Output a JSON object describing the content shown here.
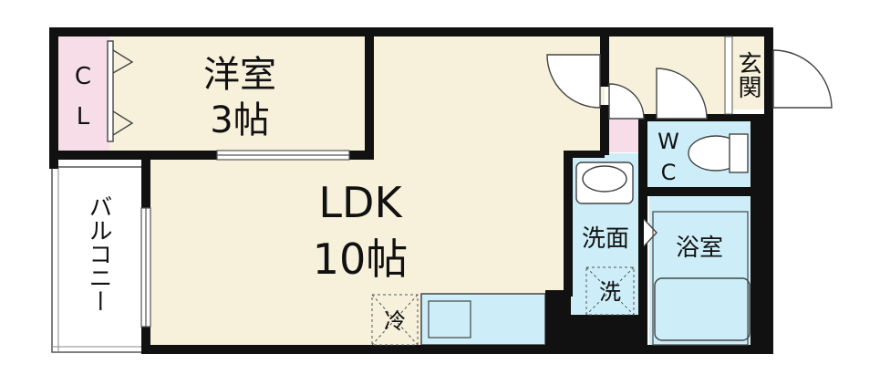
{
  "colors": {
    "wall": "#111111",
    "room_floor": "#f7f1dc",
    "wet_area": "#cdeef8",
    "closet": "#f7dde8",
    "balcony": "#ffffff"
  },
  "rooms": {
    "western_room": {
      "name": "洋室",
      "size": "3帖"
    },
    "ldk": {
      "name": "LDK",
      "size": "10帖"
    },
    "closet": {
      "line1": "C",
      "line2": "L"
    },
    "balcony": {
      "name": "バルコニー"
    },
    "entrance": {
      "name": "玄関"
    },
    "wc": {
      "line1": "W",
      "line2": "C"
    },
    "washroom": {
      "name": "洗面"
    },
    "bathroom": {
      "name": "浴室"
    }
  },
  "fixtures": {
    "fridge": "冷",
    "washer": "洗"
  }
}
